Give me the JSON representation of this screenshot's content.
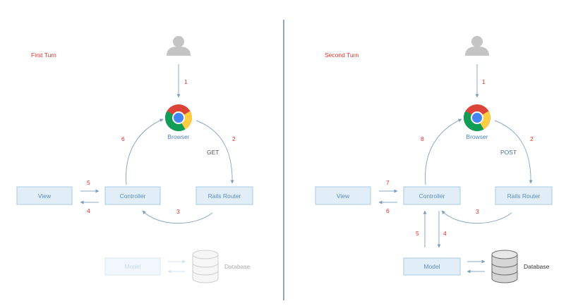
{
  "panels": [
    {
      "title": "First Turn",
      "browser_label": "Browser",
      "method": "GET",
      "boxes": {
        "view": "View",
        "controller": "Controller",
        "router": "Rails Router",
        "model": "Model"
      },
      "database_label": "Database",
      "steps": {
        "user_to_browser": "1",
        "browser_to_router": "2",
        "router_to_controller": "3",
        "controller_to_view": "5",
        "view_to_controller": "4",
        "controller_to_browser": "6"
      }
    },
    {
      "title": "Second Turn",
      "browser_label": "Browser",
      "method": "POST",
      "boxes": {
        "view": "View",
        "controller": "Controller",
        "router": "Rails Router",
        "model": "Model"
      },
      "database_label": "Database",
      "steps": {
        "user_to_browser": "1",
        "browser_to_router": "2",
        "router_to_controller": "3",
        "view_to_controller": "7",
        "controller_to_view": "6",
        "model_to_controller": "5",
        "controller_to_model": "4",
        "controller_to_browser": "8"
      }
    }
  ],
  "colors": {
    "accent_red": "#e5302a",
    "box_fill": "#e1eef8",
    "box_border": "#a9cbe6",
    "box_text": "#5a8ec0",
    "divider": "#2b4b73"
  },
  "icons": [
    "user-icon",
    "chrome-browser-icon",
    "database-icon"
  ]
}
